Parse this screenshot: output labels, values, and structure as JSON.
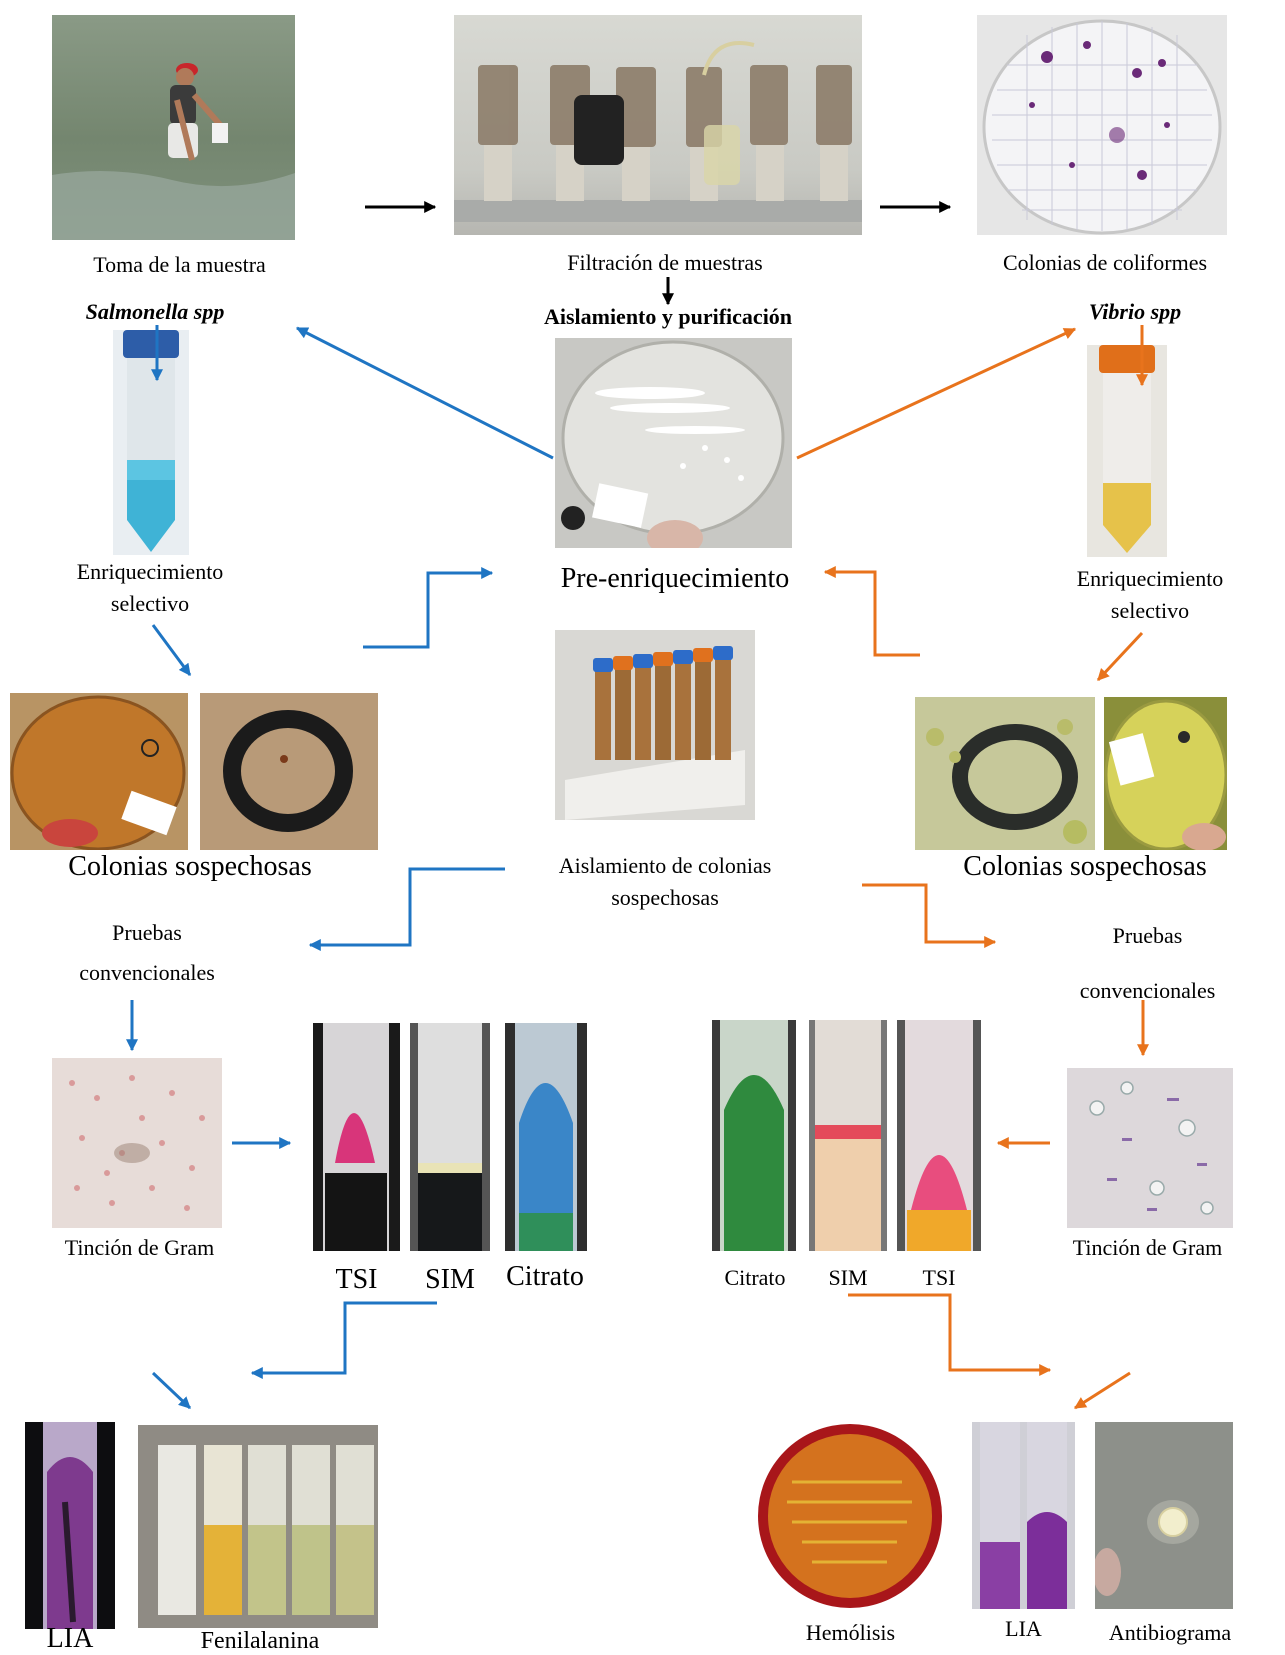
{
  "top_row": {
    "sampling": "Toma de la muestra",
    "filtration": "Filtración de muestras",
    "coliform_colonies": "Colonias de coliformes"
  },
  "center": {
    "isolation_title": "Aislamiento y purificación",
    "pre_enrichment": "Pre-enriquecimiento",
    "isolation_suspicious": "Aislamiento de colonias sospechosas"
  },
  "salmonella": {
    "title": "Salmonella spp",
    "enrichment": "Enriquecimiento selectivo",
    "colonies": "Colonias sospechosas",
    "tests": "Pruebas convencionales",
    "gram": "Tinción de Gram",
    "tsi": "TSI",
    "sim": "SIM",
    "citrate": "Citrato",
    "lia": "LIA",
    "phenylalanine": "Fenilalanina"
  },
  "vibrio": {
    "title": "Vibrio spp",
    "enrichment": "Enriquecimiento selectivo",
    "colonies": "Colonias sospechosas",
    "tests": "Pruebas convencionales",
    "gram": "Tinción de Gram",
    "citrate": "Citrato",
    "sim": "SIM",
    "tsi": "TSI",
    "hemolysis": "Hemólisis",
    "lia": "LIA",
    "antibiogram": "Antibiograma"
  },
  "colors": {
    "salmonella_arrow": "#1f75c3",
    "vibrio_arrow": "#e8731c",
    "main_arrow": "#000000"
  }
}
